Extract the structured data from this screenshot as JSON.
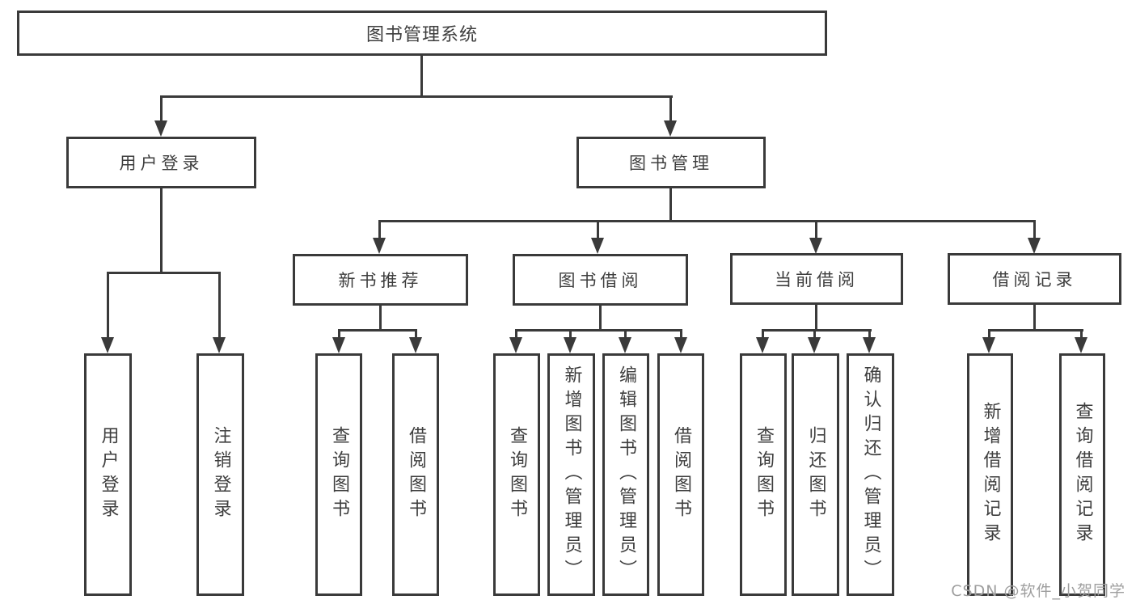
{
  "diagram": {
    "type": "hierarchy-tree",
    "nodes": {
      "root": "图书管理系统",
      "level2": {
        "user_login": "用户登录",
        "book_mgmt": "图书管理"
      },
      "level3": {
        "new_books": "新书推荐",
        "book_borrow": "图书借阅",
        "current_borrow": "当前借阅",
        "borrow_records": "借阅记录"
      },
      "leaves": {
        "user_login": [
          "用户登录",
          "注销登录"
        ],
        "new_books": [
          "查询图书",
          "借阅图书"
        ],
        "book_borrow": [
          "查询图书",
          "新增图书（管理员）",
          "编辑图书（管理员）",
          "借阅图书"
        ],
        "current_borrow": [
          "查询图书",
          "归还图书",
          "确认归还（管理员）"
        ],
        "borrow_records": [
          "新增借阅记录",
          "查询借阅记录"
        ]
      }
    },
    "colors": {
      "line": "#3a3a3a",
      "text": "#3e3e3e",
      "background": "#ffffff",
      "watermark": "#9e9e9e"
    }
  },
  "watermark": "CSDN @软件_小贺同学"
}
